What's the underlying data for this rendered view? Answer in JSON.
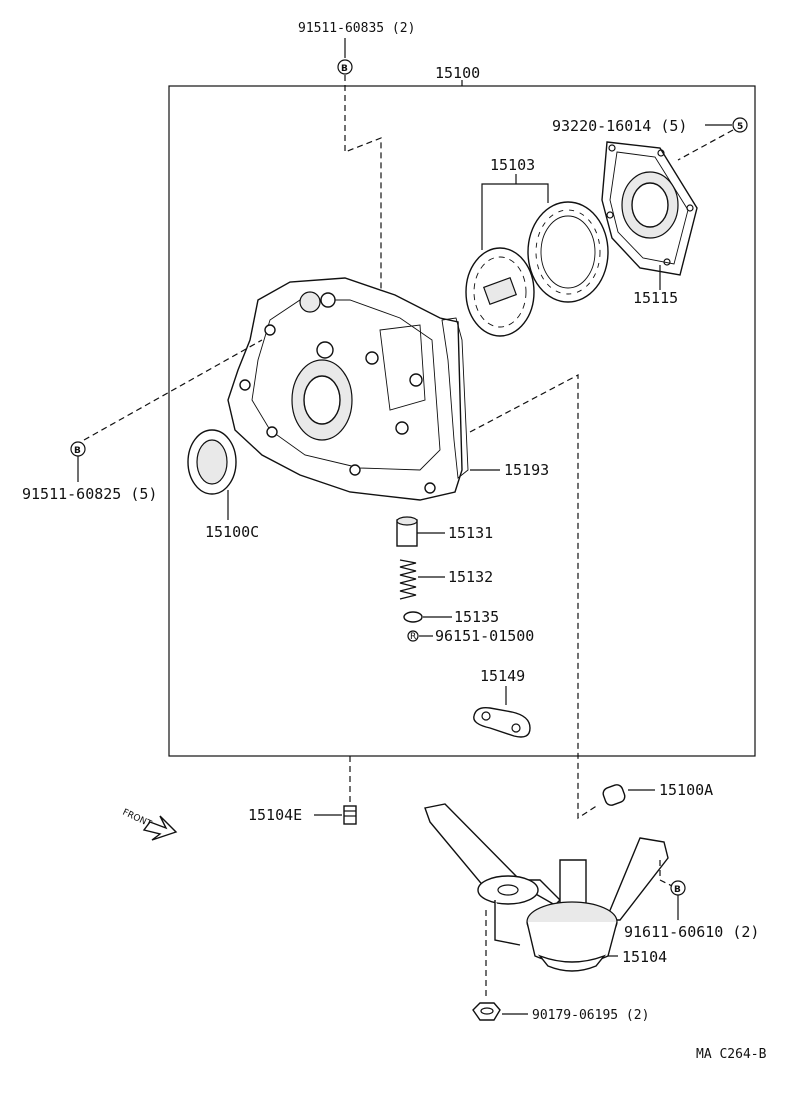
{
  "diagram": {
    "assembly_label": "15100",
    "parts": {
      "bolt_top": "91511-60835 (2)",
      "bolt_cover": "93220-16014 (5)",
      "rotor_set": "15103",
      "cover": "15115",
      "gasket": "15193",
      "bolt_left": "91511-60825 (5)",
      "oil_seal": "15100C",
      "relief_valve": "15131",
      "spring": "15132",
      "retainer": "15135",
      "snap_ring": "96151-01500",
      "strainer_gasket": "15149",
      "plug_a": "15100A",
      "plug_e": "15104E",
      "strainer_bolt": "91611-60610 (2)",
      "strainer": "15104",
      "nut": "90179-06195 (2)"
    },
    "callout_letter_b": "B",
    "callout_number_5": "5",
    "callout_small_r": "R",
    "front_label": "FRONT",
    "drawing_code": "MA  C264-B"
  }
}
